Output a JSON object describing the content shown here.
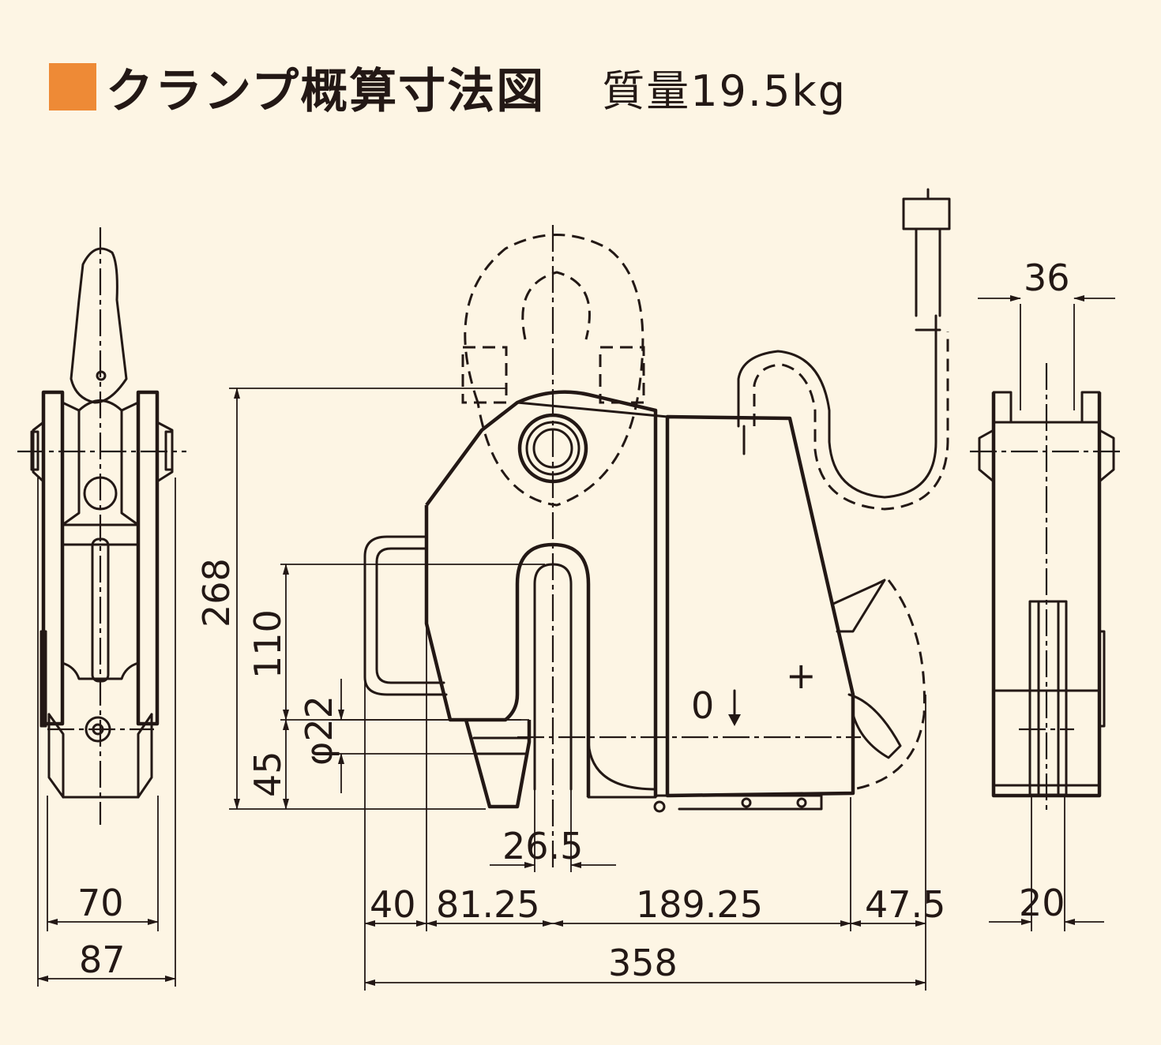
{
  "header": {
    "title": "クランプ概算寸法図",
    "weight": "質量19.5kg",
    "accent_color": "#ee8a36"
  },
  "diagram": {
    "background_color": "#fdf5e4",
    "line_color": "#231815",
    "dimensions": {
      "d70": "70",
      "d87": "87",
      "d268": "268",
      "d110": "110",
      "d45": "45",
      "phi22": "φ22",
      "d26_5": "26.5",
      "d40": "40",
      "d81_25": "81.25",
      "d189_25": "189.25",
      "d47_5": "47.5",
      "d358": "358",
      "d36": "36",
      "d20": "20"
    },
    "markings": {
      "plus": "+",
      "arrow_label": "0"
    }
  }
}
